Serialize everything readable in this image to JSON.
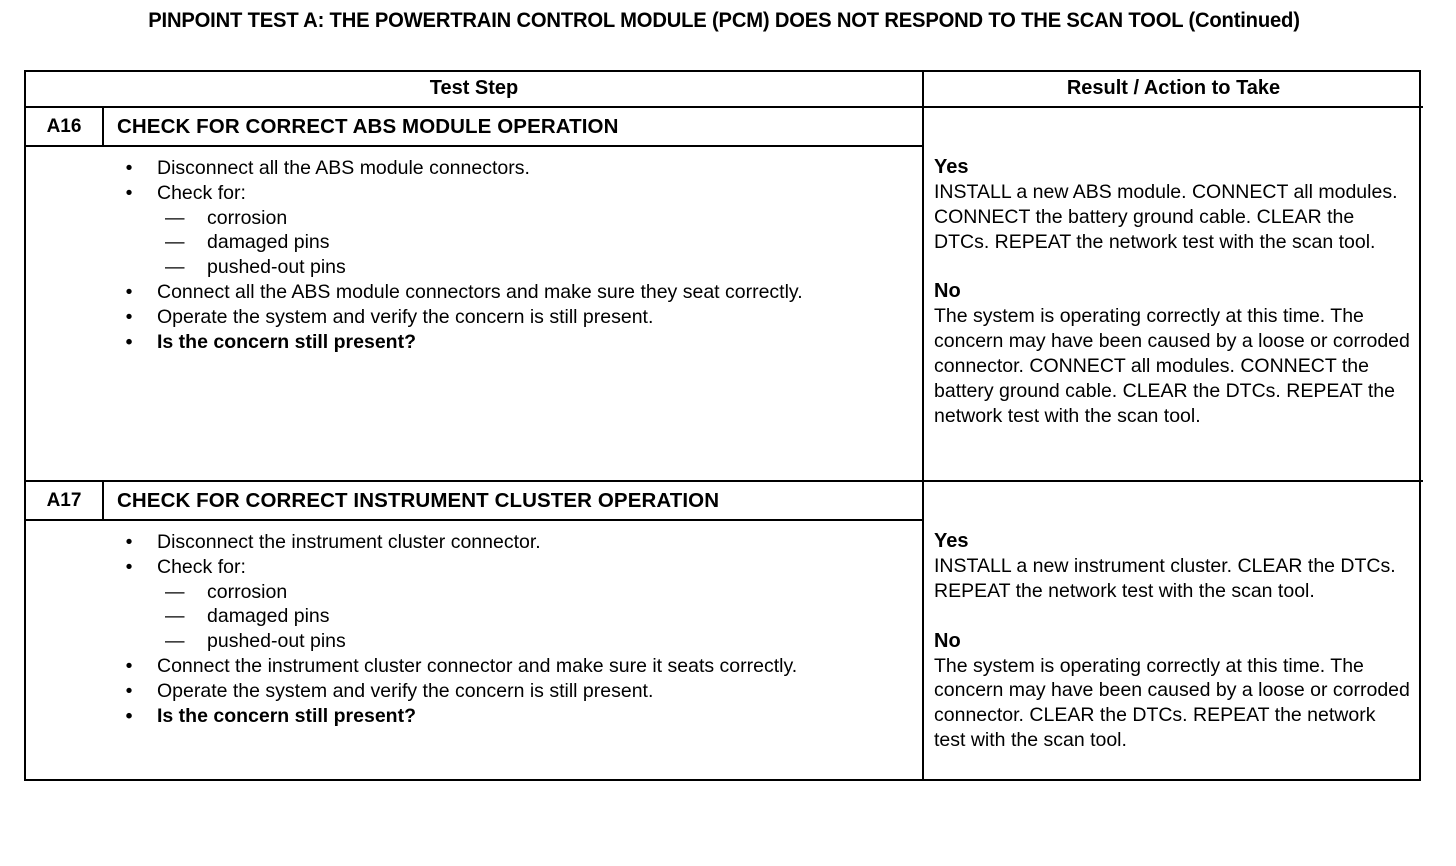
{
  "document": {
    "title": "PINPOINT TEST  A: THE POWERTRAIN CONTROL MODULE (PCM) DOES NOT RESPOND TO THE SCAN TOOL (Continued)"
  },
  "table": {
    "headers": {
      "test_step": "Test Step",
      "result_action": "Result / Action to Take"
    },
    "sections": [
      {
        "code": "A16",
        "title": "CHECK FOR CORRECT ABS MODULE OPERATION",
        "steps": [
          {
            "text": "Disconnect all the ABS module connectors.",
            "bold": false
          },
          {
            "text": "Check for:",
            "bold": false,
            "sub": [
              "corrosion",
              "damaged pins",
              "pushed-out pins"
            ]
          },
          {
            "text": "Connect all the ABS module connectors and make sure they seat correctly.",
            "bold": false
          },
          {
            "text": "Operate the system and verify the concern is still present.",
            "bold": false
          },
          {
            "text": "Is the concern still present?",
            "bold": true
          }
        ],
        "results": [
          {
            "label": "Yes",
            "text": "INSTALL a new ABS module. CONNECT all modules. CONNECT the battery ground cable. CLEAR the DTCs. REPEAT the network test with the scan tool."
          },
          {
            "label": "No",
            "text": "The system is operating correctly at this time. The concern may have been caused by a loose or corroded connector. CONNECT all modules. CONNECT the battery ground cable. CLEAR the DTCs. REPEAT the network test with the scan tool."
          }
        ]
      },
      {
        "code": "A17",
        "title": "CHECK FOR CORRECT INSTRUMENT CLUSTER OPERATION",
        "steps": [
          {
            "text": "Disconnect the instrument cluster connector.",
            "bold": false
          },
          {
            "text": "Check for:",
            "bold": false,
            "sub": [
              "corrosion",
              "damaged pins",
              "pushed-out pins"
            ]
          },
          {
            "text": "Connect the instrument cluster connector and make sure it seats correctly.",
            "bold": false
          },
          {
            "text": "Operate the system and verify the concern is still present.",
            "bold": false
          },
          {
            "text": "Is the concern still present?",
            "bold": true
          }
        ],
        "results": [
          {
            "label": "Yes",
            "text": "INSTALL a new instrument cluster. CLEAR the DTCs. REPEAT the network test with the scan tool."
          },
          {
            "label": "No",
            "text": "The system is operating correctly at this time. The concern may have been caused by a loose or corroded connector. CLEAR the DTCs. REPEAT the network test with the scan tool."
          }
        ]
      }
    ]
  },
  "glyphs": {
    "bullet": "•",
    "dash": "—"
  },
  "colors": {
    "text": "#000000",
    "background": "#ffffff",
    "border": "#000000"
  }
}
